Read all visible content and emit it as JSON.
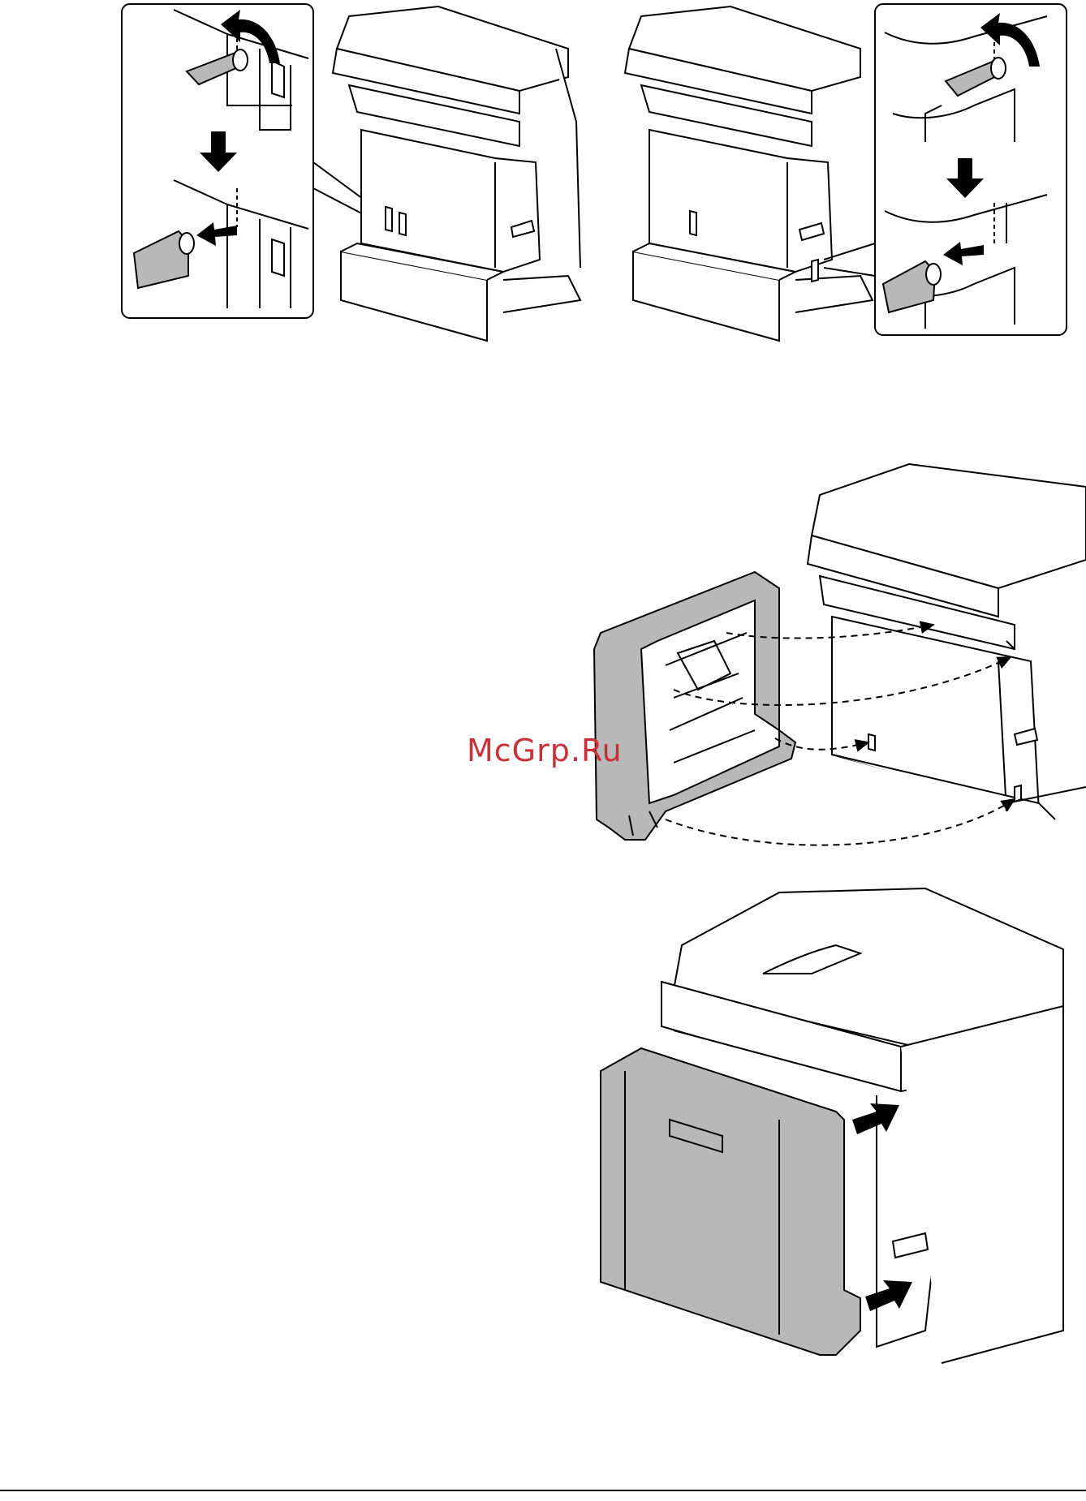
{
  "watermark": {
    "text": "McGrp.Ru"
  },
  "colors": {
    "line": "#000000",
    "unit_fill": "#b8b8b8",
    "watermark": "#c8313a"
  },
  "figures": [
    {
      "id": "step-remove-stoppers-left",
      "icons": [
        "rotate-arrow-icon",
        "down-arrow-icon",
        "pull-arrow-icon"
      ]
    },
    {
      "id": "step-remove-stoppers-right",
      "icons": [
        "rotate-arrow-icon",
        "down-arrow-icon",
        "pull-arrow-icon"
      ]
    },
    {
      "id": "step-align-duplex-unit",
      "icons": [
        "dashed-guide-arrow-icon"
      ]
    },
    {
      "id": "step-attach-duplex-unit",
      "icons": [
        "push-arrow-icon"
      ]
    }
  ]
}
